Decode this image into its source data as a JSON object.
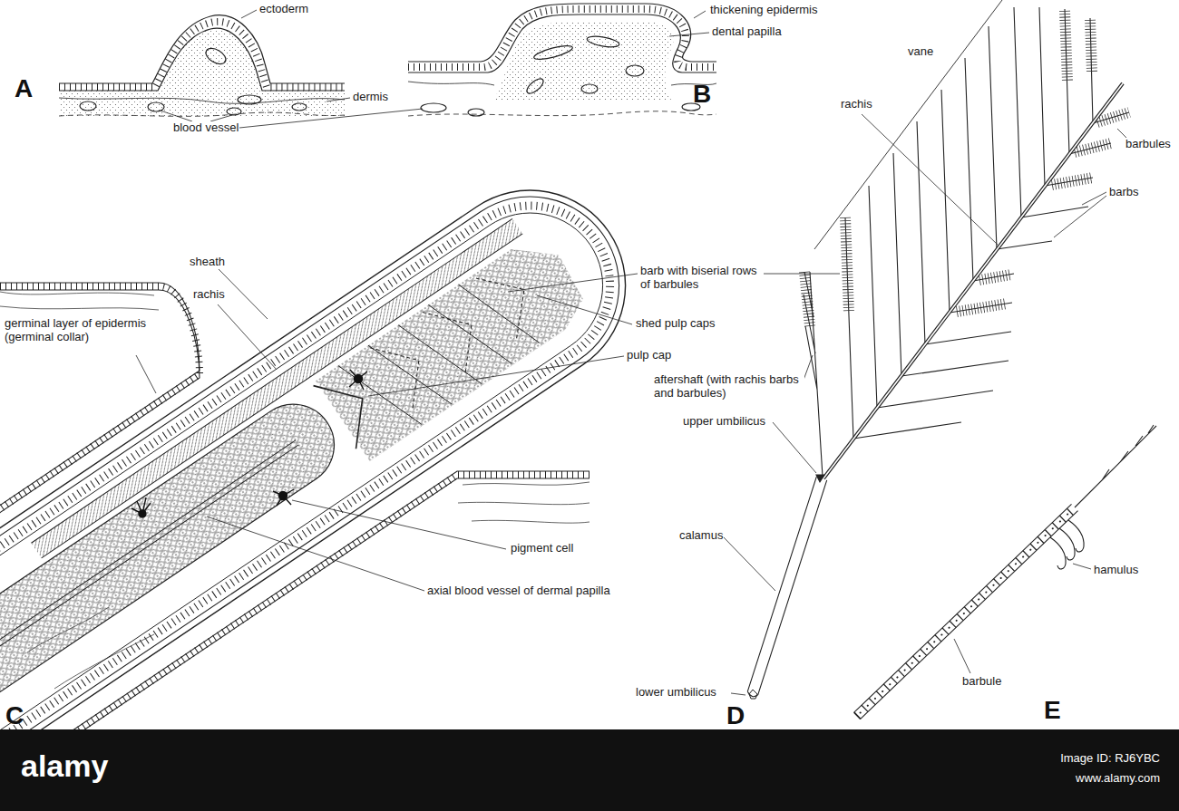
{
  "diagram": {
    "labels": [
      "ectoderm",
      "thickening epidermis",
      "dental papilla",
      "A",
      "dermis",
      "blood vessel",
      "B",
      "vane",
      "sheath",
      "rachis",
      "rachis",
      "barbules",
      "barbs",
      "barb with biserial rows of barbules",
      "shed pulp caps",
      "germinal layer of epidermis (germinal collar)",
      "pulp cap",
      "aftershaft (with rachis barbs and barbules)",
      "upper umbilicus",
      "calamus",
      "pigment cell",
      "axial blood vessel of dermal papilla",
      "barbule",
      "hamulus",
      "lower umbilicus",
      "C",
      "D",
      "E",
      "alamy",
      "Image ID: RJ6YBC",
      "www.alamy.com"
    ]
  }
}
